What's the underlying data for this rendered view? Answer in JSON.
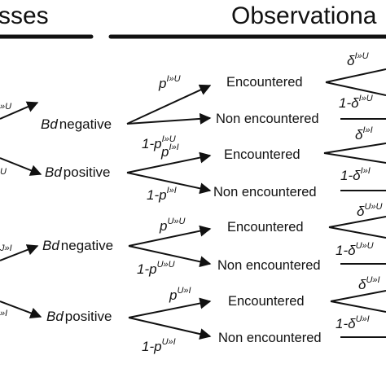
{
  "headers": {
    "left": "sses",
    "right": "Observationa"
  },
  "rows": [
    {
      "left_edge_label": "»U",
      "state_italic": "Bd",
      "state_text": "negative",
      "upper": {
        "prob": "p",
        "sup": "I»U",
        "outcome": "Encountered",
        "right_label": "δ",
        "right_sup": "I»U"
      },
      "lower": {
        "prob": "1-p",
        "sup": "I»U",
        "outcome": "Non encountered",
        "right_label": "1-δ",
        "right_sup": "I»U"
      }
    },
    {
      "left_edge_label": "U",
      "state_italic": "Bd",
      "state_text": "positive",
      "upper": {
        "prob": "p",
        "sup": "I»I",
        "outcome": "Encountered",
        "right_label": "δ",
        "right_sup": "I»I"
      },
      "lower": {
        "prob": "1-p",
        "sup": "I»I",
        "outcome": "Non encountered",
        "right_label": "1-δ",
        "right_sup": "I»I"
      }
    },
    {
      "left_edge_label": "J»I",
      "state_italic": "Bd",
      "state_text": "negative",
      "upper": {
        "prob": "p",
        "sup": "U»U",
        "outcome": "Encountered",
        "right_label": "δ",
        "right_sup": "U»U"
      },
      "lower": {
        "prob": "1-p",
        "sup": "U»U",
        "outcome": "Non encountered",
        "right_label": "1-δ",
        "right_sup": "U»U"
      }
    },
    {
      "left_edge_label": "»I",
      "state_italic": "Bd",
      "state_text": "positive",
      "upper": {
        "prob": "p",
        "sup": "U»I",
        "outcome": "Encountered",
        "right_label": "δ",
        "right_sup": "U»I"
      },
      "lower": {
        "prob": "1-p",
        "sup": "U»I",
        "outcome": "Non encountered",
        "right_label": "1-δ",
        "right_sup": "U»I"
      }
    }
  ]
}
